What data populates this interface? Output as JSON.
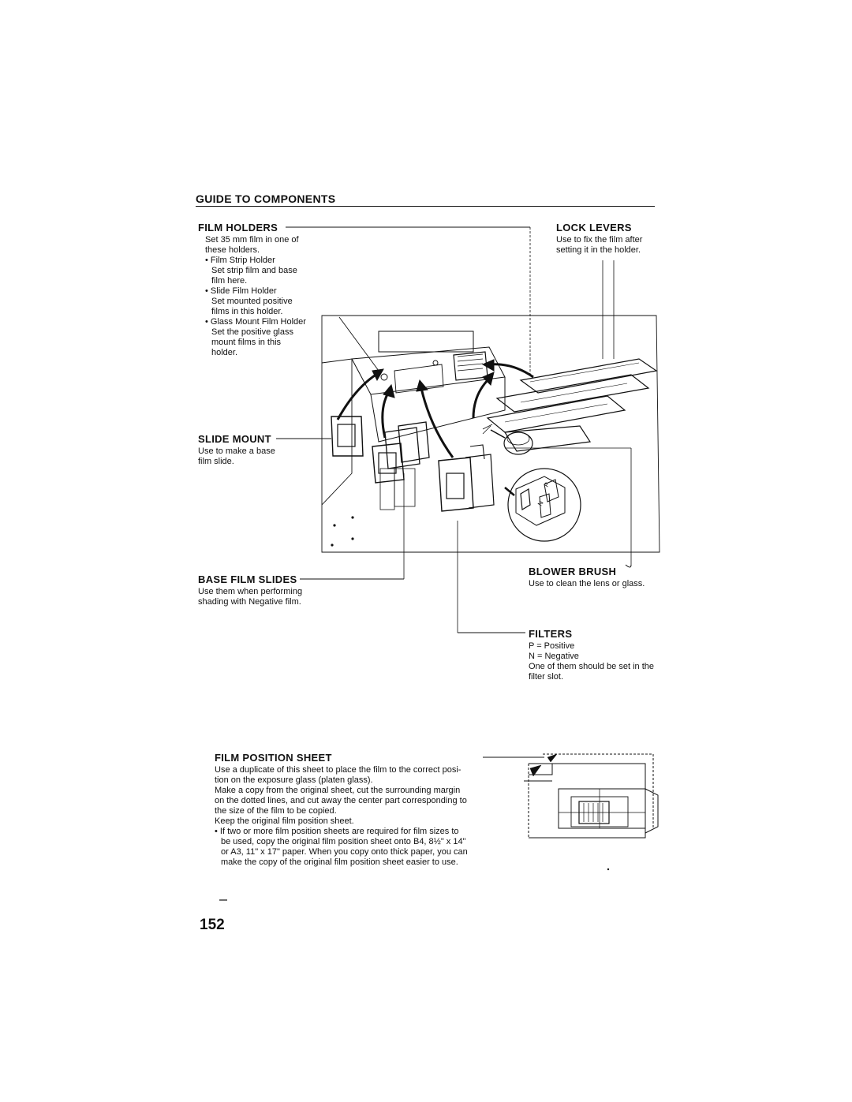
{
  "section_title": "GUIDE TO COMPONENTS",
  "film_holders": {
    "heading": "FILM HOLDERS",
    "intro": [
      "Set 35 mm film in one of",
      "these holders."
    ],
    "items": [
      {
        "name": "Film Strip Holder",
        "desc": [
          "Set strip film and base",
          "film here."
        ]
      },
      {
        "name": "Slide Film Holder",
        "desc": [
          "Set mounted positive",
          "films in this holder."
        ]
      },
      {
        "name": "Glass Mount Film Holder",
        "desc": [
          "Set the positive glass",
          "mount films in this",
          "holder."
        ]
      }
    ]
  },
  "lock_levers": {
    "heading": "LOCK LEVERS",
    "desc": [
      "Use to fix the film after",
      "setting it in the holder."
    ]
  },
  "slide_mount": {
    "heading": "SLIDE MOUNT",
    "desc": [
      "Use to make a base",
      "film slide."
    ]
  },
  "base_film_slides": {
    "heading": "BASE FILM SLIDES",
    "desc": [
      "Use them when performing",
      "shading with Negative film."
    ]
  },
  "blower_brush": {
    "heading": "BLOWER BRUSH",
    "desc": [
      "Use to clean the lens or glass."
    ]
  },
  "filters": {
    "heading": "FILTERS",
    "lines": [
      "P = Positive",
      "N = Negative",
      "One of them should be set in the",
      "filter slot."
    ],
    "filter_letters": [
      "P",
      "N"
    ]
  },
  "film_position_sheet": {
    "heading": "FILM POSITION SHEET",
    "lines": [
      "Use a duplicate of this sheet to place the film to the correct posi-",
      "tion on the exposure glass (platen glass).",
      "Make a copy from the original sheet, cut the surrounding margin",
      "on the dotted lines, and cut away the center part corresponding to",
      "the size of the film to be copied.",
      "Keep the original film position sheet."
    ],
    "bullet": [
      "If two or more film position sheets are required for film sizes to",
      "be used, copy the original film position sheet onto B4, 8½\" x 14\"",
      "or A3, 11\" x 17\" paper. When you copy onto thick paper, you can",
      "make the copy of the original film position sheet easier to use."
    ]
  },
  "page_number": "152"
}
